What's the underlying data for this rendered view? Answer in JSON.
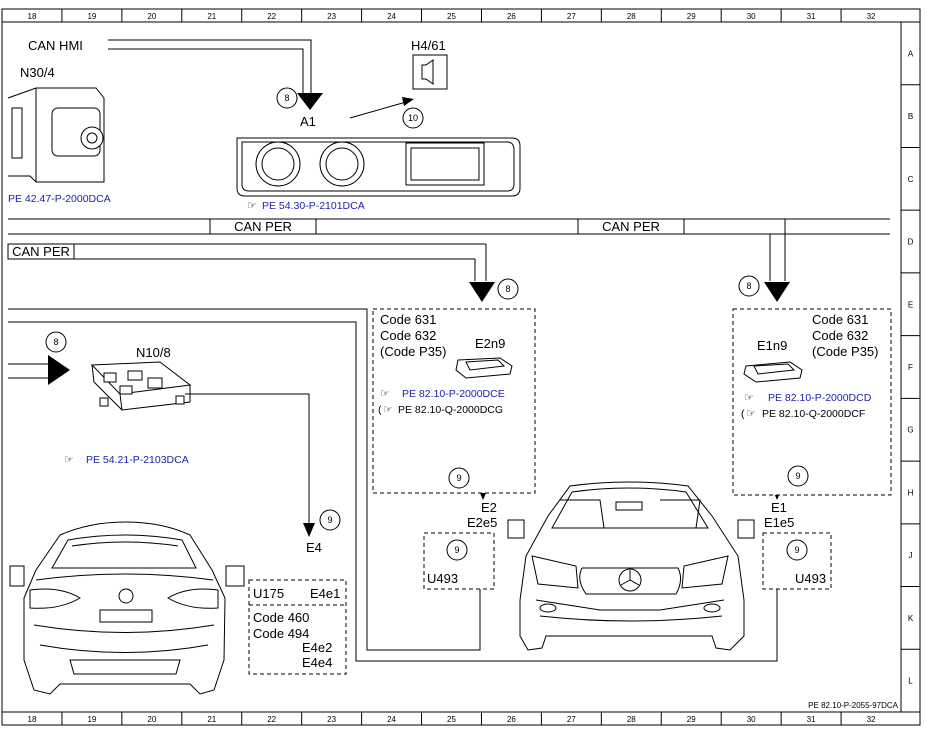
{
  "border": {
    "columns": [
      "18",
      "19",
      "20",
      "21",
      "22",
      "23",
      "24",
      "25",
      "26",
      "27",
      "28",
      "29",
      "30",
      "31",
      "32"
    ],
    "rows": [
      "A",
      "B",
      "C",
      "D",
      "E",
      "F",
      "G",
      "H",
      "J",
      "K",
      "L"
    ]
  },
  "doc_id": "PE 82.10-P-2055-97DCA",
  "buses": {
    "can_hmi": "CAN HMI",
    "can_per_1": "CAN PER",
    "can_per_2": "CAN PER",
    "can_per_3": "CAN PER"
  },
  "components": {
    "n30_4": {
      "label": "N30/4",
      "ref": "PE 42.47-P-2000DCA"
    },
    "h4_61": {
      "label": "H4/61"
    },
    "a1": {
      "label": "A1",
      "ref": "PE 54.30-P-2101DCA"
    },
    "n10_8": {
      "label": "N10/8",
      "ref": "PE 54.21-P-2103DCA"
    },
    "e2n9": {
      "codes": [
        "Code 631",
        "Code 632",
        "(Code P35)"
      ],
      "label": "E2n9",
      "ref": "PE 82.10-P-2000DCE",
      "ref2": "PE 82.10-Q-2000DCG"
    },
    "e1n9": {
      "codes": [
        "Code 631",
        "Code 632",
        "(Code P35)"
      ],
      "label": "E1n9",
      "ref": "PE 82.10-P-2000DCD",
      "ref2": "PE 82.10-Q-2000DCF"
    },
    "e2": {
      "label": "E2",
      "sub": "E2e5",
      "code": "U493"
    },
    "e1": {
      "label": "E1",
      "sub": "E1e5",
      "code": "U493"
    },
    "e4": {
      "label": "E4",
      "u175": "U175",
      "e4e1": "E4e1",
      "codes": [
        "Code 460",
        "Code 494"
      ],
      "e4e2": "E4e2",
      "e4e4": "E4e4"
    }
  },
  "markers": {
    "m8": "8",
    "m9": "9",
    "m10": "10"
  },
  "colors": {
    "line": "#000000",
    "ref": "#2020b0"
  }
}
